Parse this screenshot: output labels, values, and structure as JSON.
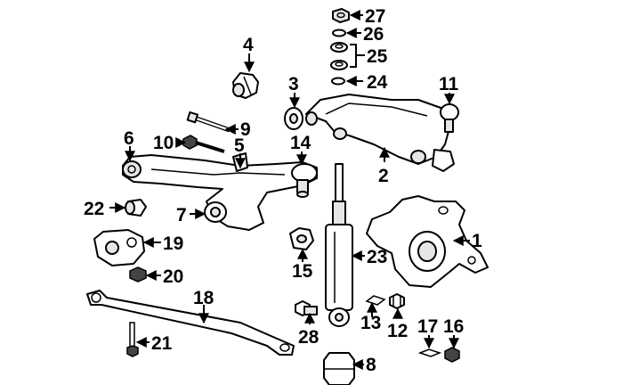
{
  "callouts": [
    "1",
    "2",
    "3",
    "4",
    "5",
    "6",
    "7",
    "8",
    "9",
    "10",
    "11",
    "12",
    "13",
    "14",
    "15",
    "16",
    "17",
    "18",
    "19",
    "20",
    "21",
    "22",
    "23",
    "24",
    "25",
    "26",
    "27",
    "28"
  ]
}
